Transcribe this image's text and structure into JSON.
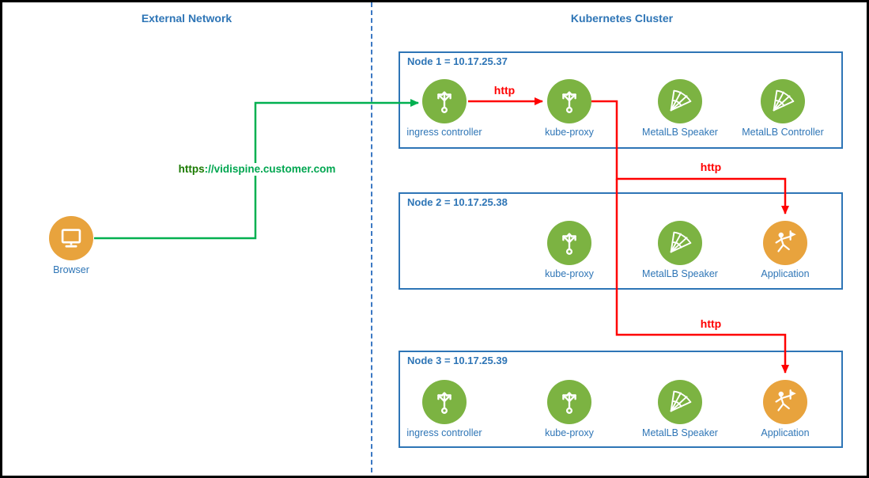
{
  "diagram": {
    "left_section_title": "External Network",
    "right_section_title": "Kubernetes Cluster"
  },
  "browser": {
    "label": "Browser"
  },
  "edges": {
    "https_label_scheme": "https",
    "https_label_rest": "://vidispine.customer.com",
    "http_label": "http"
  },
  "nodes": [
    {
      "title": "Node 1 = 10.17.25.37",
      "items": [
        {
          "label": "ingress controller",
          "icon": "branch-arrows",
          "color": "green"
        },
        {
          "label": "kube-proxy",
          "icon": "branch-arrows",
          "color": "green"
        },
        {
          "label": "MetalLB Speaker",
          "icon": "net-fan",
          "color": "green"
        },
        {
          "label": "MetalLB Controller",
          "icon": "net-fan",
          "color": "green"
        }
      ]
    },
    {
      "title": "Node 2 = 10.17.25.38",
      "items": [
        {
          "label": "kube-proxy",
          "icon": "branch-arrows",
          "color": "green"
        },
        {
          "label": "MetalLB Speaker",
          "icon": "net-fan",
          "color": "green"
        },
        {
          "label": "Application",
          "icon": "person-with-flag",
          "color": "amber"
        }
      ]
    },
    {
      "title": "Node 3 = 10.17.25.39",
      "items": [
        {
          "label": "ingress controller",
          "icon": "branch-arrows",
          "color": "green"
        },
        {
          "label": "kube-proxy",
          "icon": "branch-arrows",
          "color": "green"
        },
        {
          "label": "MetalLB Speaker",
          "icon": "net-fan",
          "color": "green"
        },
        {
          "label": "Application",
          "icon": "person-with-flag",
          "color": "amber"
        }
      ]
    }
  ],
  "icons": {
    "branch_arrows": "three-way-branching-arrows",
    "net_fan": "curved-net-fan",
    "person_with_flag": "stick-figure-with-flag",
    "monitor": "computer-monitor"
  },
  "colors": {
    "blue": "#2e75b6",
    "node-border": "#2e75b6",
    "divider": "#3b78c3",
    "icon-green": "#7cb342",
    "icon-amber": "#e8a33d",
    "arrow-green": "#00b050",
    "red": "#ff0000",
    "url-scheme": "#1a7a00",
    "url-rest": "#00a650"
  }
}
